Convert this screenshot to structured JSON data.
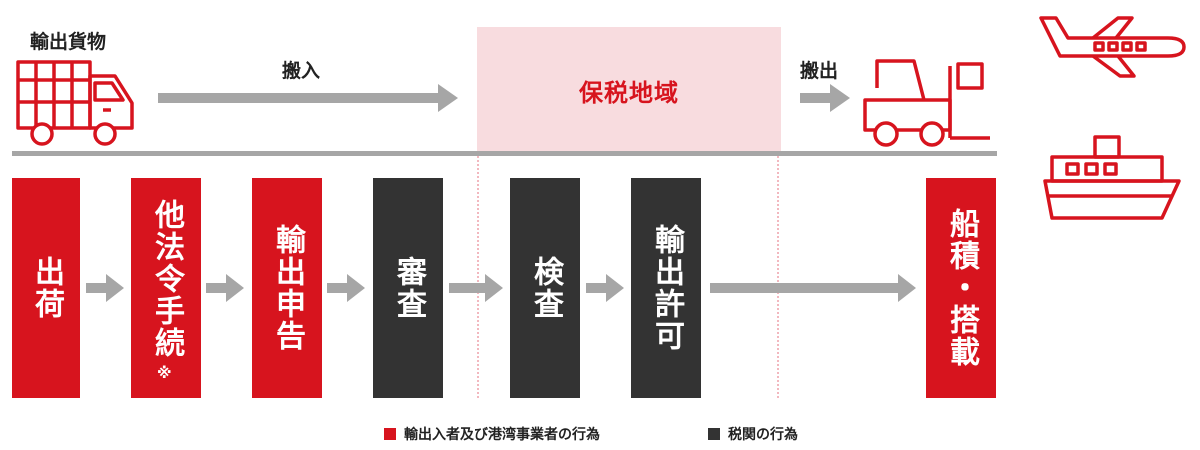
{
  "labels": {
    "export_cargo": "輸出貨物",
    "carry_in": "搬入",
    "carry_out": "搬出",
    "bonded_area": "保税地域"
  },
  "steps": [
    {
      "label": "出荷",
      "actor": "importer_exporter",
      "note": ""
    },
    {
      "label": "他法令手続",
      "actor": "importer_exporter",
      "note": "※"
    },
    {
      "label": "輸出申告",
      "actor": "importer_exporter",
      "note": ""
    },
    {
      "label": "審査",
      "actor": "customs",
      "note": ""
    },
    {
      "label": "検査",
      "actor": "customs",
      "note": ""
    },
    {
      "label": "輸出許可",
      "actor": "customs",
      "note": ""
    },
    {
      "label": "船積・搭載",
      "actor": "importer_exporter",
      "note": ""
    }
  ],
  "legend": {
    "importer_exporter": "輸出入者及び港湾事業者の行為",
    "customs": "税関の行為"
  },
  "colors": {
    "red": "#d7141e",
    "dark": "#333333",
    "gray": "#a6a6a6",
    "bonded_bg": "#f8dcdf"
  },
  "icons": [
    "truck-icon",
    "forklift-icon",
    "airplane-icon",
    "ship-icon"
  ]
}
